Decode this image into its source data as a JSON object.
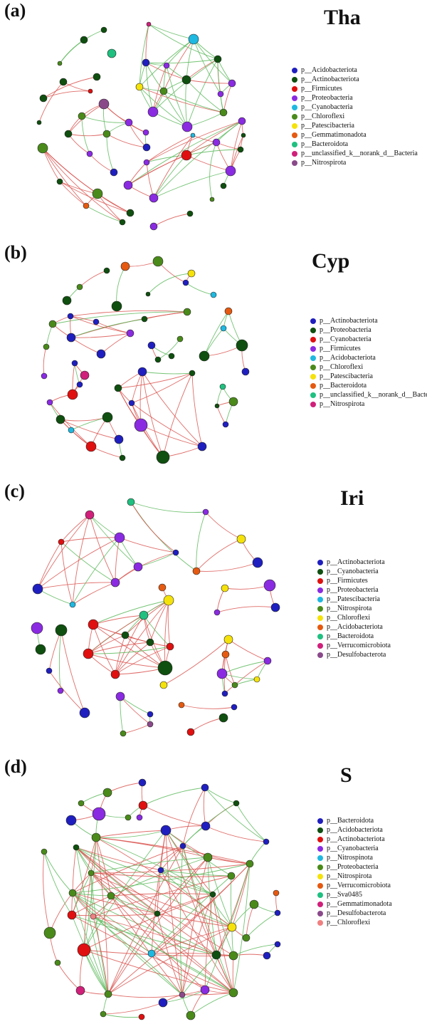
{
  "panels": [
    {
      "letter": "(a)",
      "title": "Tha",
      "legend": [
        {
          "label": "p__Acidobacteriota",
          "color": "#1f1fbf"
        },
        {
          "label": "p__Actinobacteriota",
          "color": "#0f4f0f"
        },
        {
          "label": "p__Firmicutes",
          "color": "#e01010"
        },
        {
          "label": "p__Proteobacteria",
          "color": "#8a2be2"
        },
        {
          "label": "p__Cyanobacteria",
          "color": "#1fb8e0"
        },
        {
          "label": "p__Chloroflexi",
          "color": "#4a8a1a"
        },
        {
          "label": "p__Patescibacteria",
          "color": "#f5e20a"
        },
        {
          "label": "p__Gemmatimonadota",
          "color": "#e55a10"
        },
        {
          "label": "p__Bacteroidota",
          "color": "#20c080"
        },
        {
          "label": "p__unclassified_k__norank_d__Bacteria",
          "color": "#d0207a"
        },
        {
          "label": "p__Nitrospirota",
          "color": "#8a4a8a"
        }
      ]
    },
    {
      "letter": "(b)",
      "title": "Cyp",
      "legend": [
        {
          "label": "p__Actinobacteriota",
          "color": "#1f1fbf"
        },
        {
          "label": "p__Proteobacteria",
          "color": "#0f4f0f"
        },
        {
          "label": "p__Cyanobacteria",
          "color": "#e01010"
        },
        {
          "label": "p__Firmicutes",
          "color": "#8a2be2"
        },
        {
          "label": "p__Acidobacteriota",
          "color": "#1fb8e0"
        },
        {
          "label": "p__Chloroflexi",
          "color": "#4a8a1a"
        },
        {
          "label": "p__Patescibacteria",
          "color": "#f5e20a"
        },
        {
          "label": "p__Bacteroidota",
          "color": "#e55a10"
        },
        {
          "label": "p__unclassified_k__norank_d__Bacteria",
          "color": "#20c080"
        },
        {
          "label": "p__Nitrospirota",
          "color": "#d0207a"
        }
      ]
    },
    {
      "letter": "(c)",
      "title": "Iri",
      "legend": [
        {
          "label": "p__Actinobacteriota",
          "color": "#1f1fbf"
        },
        {
          "label": "p__Cyanobacteria",
          "color": "#0f4f0f"
        },
        {
          "label": "p__Firmicutes",
          "color": "#e01010"
        },
        {
          "label": "p__Proteobacteria",
          "color": "#8a2be2"
        },
        {
          "label": "p__Patescibacteria",
          "color": "#1fb8e0"
        },
        {
          "label": "p__Nitrospirota",
          "color": "#4a8a1a"
        },
        {
          "label": "p__Chloroflexi",
          "color": "#f5e20a"
        },
        {
          "label": "p__Acidobacteriota",
          "color": "#e55a10"
        },
        {
          "label": "p__Bacteroidota",
          "color": "#20c080"
        },
        {
          "label": "p__Verrucomicrobiota",
          "color": "#d0207a"
        },
        {
          "label": "p__Desulfobacterota",
          "color": "#8a4a8a"
        }
      ]
    },
    {
      "letter": "(d)",
      "title": "S",
      "legend": [
        {
          "label": "p__Bacteroidota",
          "color": "#1f1fbf"
        },
        {
          "label": "p__Acidobacteriota",
          "color": "#0f4f0f"
        },
        {
          "label": "p__Actinobacteriota",
          "color": "#e01010"
        },
        {
          "label": "p__Cyanobacteria",
          "color": "#8a2be2"
        },
        {
          "label": "p__Nitrospinota",
          "color": "#1fb8e0"
        },
        {
          "label": "p__Proteobacteria",
          "color": "#4a8a1a"
        },
        {
          "label": "p__Nitrospirota",
          "color": "#f5e20a"
        },
        {
          "label": "p__Verrucomicrobiota",
          "color": "#e55a10"
        },
        {
          "label": "p__Sva0485",
          "color": "#20c080"
        },
        {
          "label": "p__Gemmatimonadota",
          "color": "#d0207a"
        },
        {
          "label": "p__Desulfobacterota",
          "color": "#8a4a8a"
        },
        {
          "label": "p__Chloroflexi",
          "color": "#f08080"
        }
      ]
    }
  ],
  "edge_colors": {
    "positive": "#d9534f",
    "negative": "#5cb85c"
  }
}
